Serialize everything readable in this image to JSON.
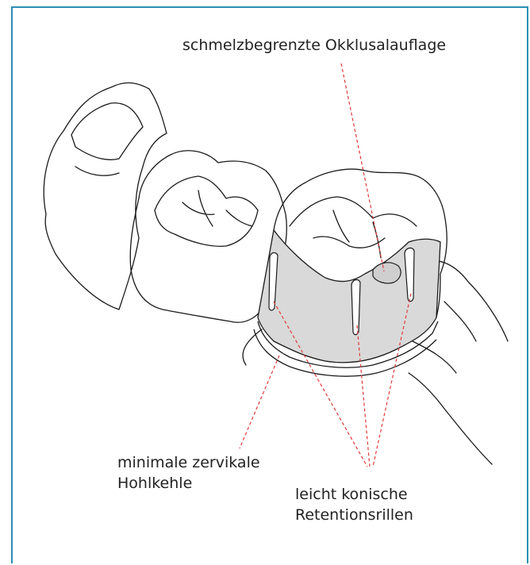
{
  "labels": {
    "occlusal_rest": "schmelzbegrenzte Okklusalauflage",
    "cervical_line1": "minimale zervikale",
    "cervical_line2": "Hohlkehle",
    "grooves_line1": "leicht konische",
    "grooves_line2": "Retentionsrillen"
  },
  "colors": {
    "frame": "#2b8fb5",
    "leader": "#e03a3a",
    "preparation_fill": "#d9d9d9",
    "outline": "#1a1a1a"
  }
}
